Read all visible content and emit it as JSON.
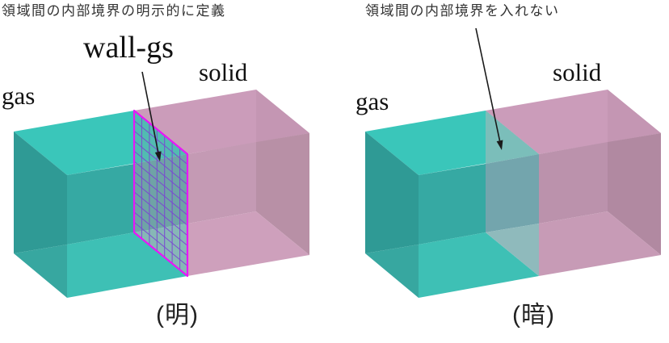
{
  "figures": {
    "left": {
      "annotation": "領域間の内部境界の明示的に定義",
      "boundary_label": "wall-gs",
      "gas_label": "gas",
      "solid_label": "solid",
      "caption": "(明)"
    },
    "right": {
      "annotation": "領域間の内部境界を入れない",
      "gas_label": "gas",
      "solid_label": "solid",
      "caption": "(暗)"
    }
  },
  "colors": {
    "gas_top": "#3AC6BA",
    "gas_front_upper": "#36A9A3",
    "gas_front_lower": "#3EC0B5",
    "gas_end_upper": "#2F9A95",
    "gas_end_lower": "#37A7A0",
    "solid_top": "#CB9CBA",
    "solid_top_right": "#C496B3",
    "solid_front_main_left": "#C49AB4",
    "solid_front_right_left": "#B890A6",
    "solid_front_bottom_left": "#CEA0BC",
    "solid_front_main_right": "#BB92AC",
    "solid_front_right_right": "#B189A1",
    "solid_front_bottom_right": "#C79BB6",
    "mesh_upper": "#52BBB1",
    "mesh_mid": "#6FA3A6",
    "mesh_lower": "#87B7B6",
    "iface_upper": "#7BBEBA",
    "iface_mid": "#73A5AD",
    "iface_lower": "#8FBABC",
    "mesh_border": "#E816F8",
    "mesh_grid": "#7B44D4",
    "arrow": "#1A1A1A"
  }
}
